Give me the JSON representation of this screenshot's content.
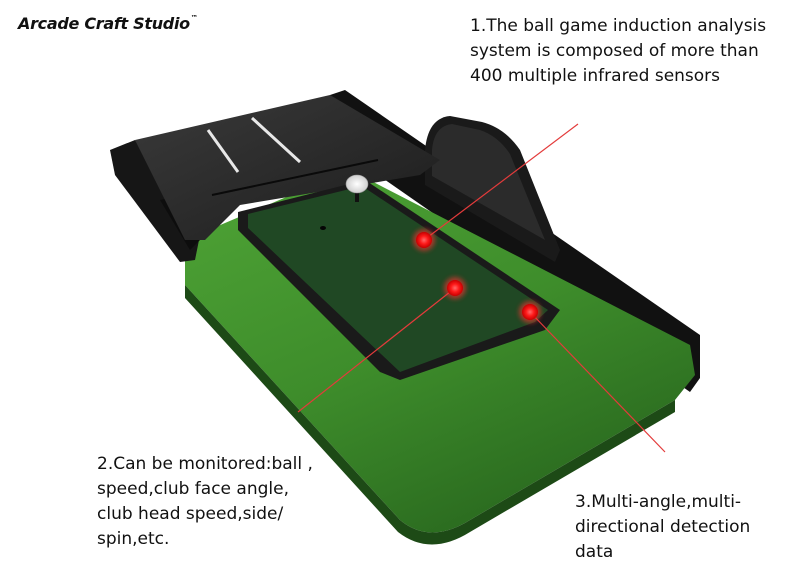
{
  "brand": {
    "name": "Arcade Craft Studio",
    "trademark": "™"
  },
  "callouts": [
    {
      "number": "1.",
      "lines": [
        "1.The ball game induction analysis",
        "system is composed of more than",
        "400 multiple infrared sensors"
      ]
    },
    {
      "number": "2.",
      "lines": [
        "2.Can be monitored:ball ,",
        "speed,club face angle,",
        "club head speed,side/",
        "spin,etc."
      ]
    },
    {
      "number": "3.",
      "lines": [
        "3.Multi-angle,multi-",
        "directional detection",
        "data"
      ]
    }
  ],
  "colors": {
    "base_green": "#3f8f2a",
    "turf": "#1f4a22",
    "frame_black": "#151515",
    "sensor_red": "#ff1a1a",
    "pointer_line": "#e33b3b"
  }
}
